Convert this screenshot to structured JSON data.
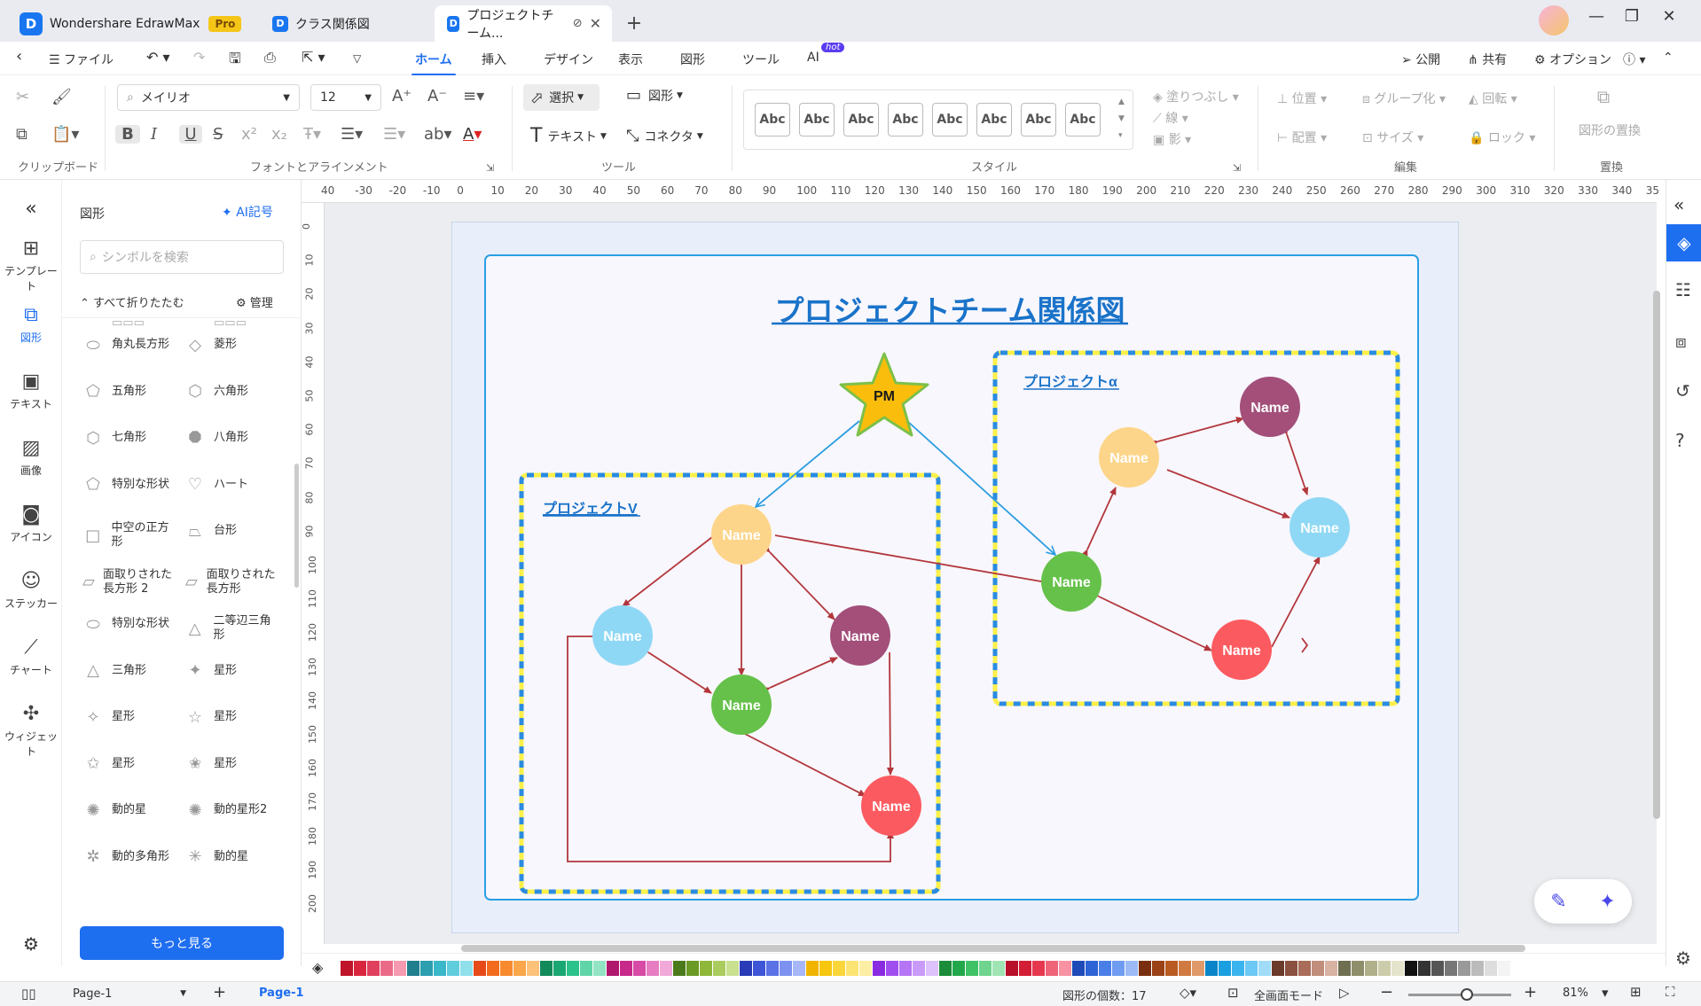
{
  "app": {
    "name": "Wondershare EdrawMax",
    "badge": "Pro",
    "logo_letter": "D"
  },
  "tabs": [
    {
      "label": "クラス関係図"
    },
    {
      "label": "プロジェクトチーム..."
    }
  ],
  "menu": {
    "file": "ファイル",
    "items": [
      "ホーム",
      "挿入",
      "デザイン",
      "表示",
      "図形",
      "ツール",
      "AI"
    ],
    "hot_badge": "hot",
    "right": {
      "publish": "公開",
      "share": "共有",
      "options": "オプション"
    }
  },
  "ribbon": {
    "font_name": "メイリオ",
    "font_size": "12",
    "select": "選択",
    "shape": "図形",
    "text": "テキスト",
    "connector": "コネクタ",
    "style_sample": "Abc",
    "fill": "塗りつぶし",
    "line": "線",
    "shadow": "影",
    "position": "位置",
    "group": "グループ化",
    "rotate": "回転",
    "align": "配置",
    "size": "サイズ",
    "lock": "ロック",
    "replace": "図形の置換",
    "groups": {
      "clipboard": "クリップボード",
      "font": "フォントとアラインメント",
      "tools": "ツール",
      "style": "スタイル",
      "edit": "編集",
      "replace": "置換"
    }
  },
  "leftrail": [
    "テンプレート",
    "図形",
    "テキスト",
    "画像",
    "アイコン",
    "ステッカー",
    "チャート",
    "ウィジェット"
  ],
  "panel": {
    "title": "図形",
    "ai_symbol": "AI記号",
    "search_placeholder": "シンボルを検索",
    "collapse_all": "すべて折りたたむ",
    "manage": "管理",
    "shapes_left": [
      "角丸長方形",
      "五角形",
      "七角形",
      "特別な形状",
      "中空の正方形",
      "面取りされた長方形 2",
      "特別な形状",
      "三角形",
      "星形",
      "星形",
      "動的星",
      "動的多角形"
    ],
    "shapes_right": [
      "菱形",
      "六角形",
      "八角形",
      "ハート",
      "台形",
      "面取りされた長方形",
      "二等辺三角形",
      "星形",
      "星形",
      "星形",
      "動的星形2",
      "動的星"
    ],
    "more": "もっと見る"
  },
  "ruler": {
    "h": [
      "40",
      "-30",
      "-20",
      "-10",
      "0",
      "10",
      "20",
      "30",
      "40",
      "50",
      "60",
      "70",
      "80",
      "90",
      "100",
      "110",
      "120",
      "130",
      "140",
      "150",
      "160",
      "170",
      "180",
      "190",
      "200",
      "210",
      "220",
      "230",
      "240",
      "250",
      "260",
      "270",
      "280",
      "290",
      "300",
      "310",
      "320",
      "330",
      "340",
      "35"
    ],
    "v": [
      "0",
      "10",
      "20",
      "30",
      "40",
      "50",
      "60",
      "70",
      "80",
      "90",
      "100",
      "110",
      "120",
      "130",
      "140",
      "150",
      "160",
      "170",
      "180",
      "190",
      "200"
    ]
  },
  "diagram": {
    "title": "プロジェクトチーム関係図",
    "pm": "PM",
    "group_v": "プロジェクトV",
    "group_a": "プロジェクトα",
    "node_label": "Name"
  },
  "palette": [
    "#c0142a",
    "#d9263e",
    "#e0405e",
    "#eb6a88",
    "#f59ab0",
    "#1f7f8c",
    "#2b9eb0",
    "#3ab7c9",
    "#5fcddc",
    "#8fe0ea",
    "#e64a19",
    "#f26b1d",
    "#f78a2e",
    "#faa64a",
    "#fcc27a",
    "#138a5a",
    "#1aa772",
    "#2cc28c",
    "#5fd5a8",
    "#92e4c4",
    "#b0186e",
    "#c7288a",
    "#d74aa6",
    "#e67dc2",
    "#f0a9d9",
    "#4b7a1a",
    "#6a9a23",
    "#8fb83a",
    "#aacc5e",
    "#c9e08f",
    "#2a3bb8",
    "#3d55d6",
    "#5a72e6",
    "#7d92f0",
    "#a6b6f7",
    "#f0b400",
    "#f7c70f",
    "#fad63a",
    "#fce473",
    "#fdeea5",
    "#8a2be2",
    "#a14ef0",
    "#b575f5",
    "#c99bf8",
    "#dcc1fb",
    "#1a8c3a",
    "#22a84a",
    "#3fc266",
    "#6fd48e",
    "#a0e4b4",
    "#b8102a",
    "#d41e36",
    "#e5384f",
    "#ef6478",
    "#f792a2",
    "#1f4bb8",
    "#2e63d6",
    "#4a7fe8",
    "#6f9bf0",
    "#9bbaf6",
    "#7a3010",
    "#9a4216",
    "#b85a22",
    "#d07a42",
    "#e09a6a",
    "#0a84c8",
    "#1a9fe0",
    "#3ab4ee",
    "#6cc8f4",
    "#a0dcf8",
    "#6b3a2a",
    "#8a5040",
    "#a86c58",
    "#c08e7a",
    "#d8b2a2",
    "#6e6e50",
    "#8e8e6a",
    "#b0b08a",
    "#ccccaa",
    "#e4e4cc",
    "#111111",
    "#333333",
    "#555555",
    "#777777",
    "#999999",
    "#bbbbbb",
    "#dddddd",
    "#f4f4f4"
  ],
  "status": {
    "page_select": "Page-1",
    "page_tab": "Page-1",
    "shape_count_label": "図形の個数：",
    "shape_count": "17",
    "fullscreen": "全画面モード",
    "zoom": "81%"
  },
  "colors": {
    "accent": "#1e6ef0",
    "peach": "#fdd58a",
    "blue": "#8fd8f5",
    "purple": "#a34f7a",
    "green": "#66c14a",
    "red": "#fb5b60",
    "star": "#fbbd0b",
    "arrow": "#b2373c"
  }
}
